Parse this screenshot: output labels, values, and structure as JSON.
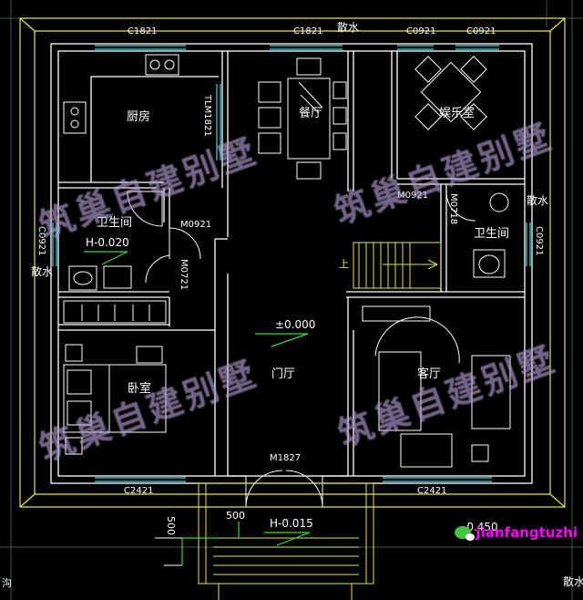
{
  "rooms": {
    "kitchen": "厨房",
    "dining": "餐厅",
    "entertainment": "娱乐室",
    "bathroom_left": "卫生间",
    "bathroom_right": "卫生间",
    "bedroom": "卧室",
    "foyer": "门厅",
    "living": "客厅"
  },
  "windows": {
    "top_left": "C1821",
    "top_mid": "C1821",
    "top_right_a": "C0921",
    "top_right_b": "C0921",
    "left": "C0921",
    "right": "C0921",
    "bottom_left": "C2421",
    "bottom_right": "C2421",
    "kitchen_side": "TLM1821"
  },
  "doors": {
    "bath_left": "M0921",
    "bath_right": "M0921",
    "small": "M0721",
    "small_right": "M0718",
    "main": "M1827"
  },
  "levels": {
    "bath": "H-0.020",
    "floor": "±0.000",
    "entry": "H-0.015",
    "right_bottom": "-0.450"
  },
  "water_labels": {
    "top": "散水",
    "left": "散水",
    "right": "散水",
    "bottom_right": "散水"
  },
  "stair": {
    "up": "上"
  },
  "dimensions": {
    "d1": "500",
    "d2": "500"
  },
  "edge": {
    "ditch": "沟"
  },
  "watermark": "筑巢自建别墅",
  "brand": "jianfangtuzhi"
}
